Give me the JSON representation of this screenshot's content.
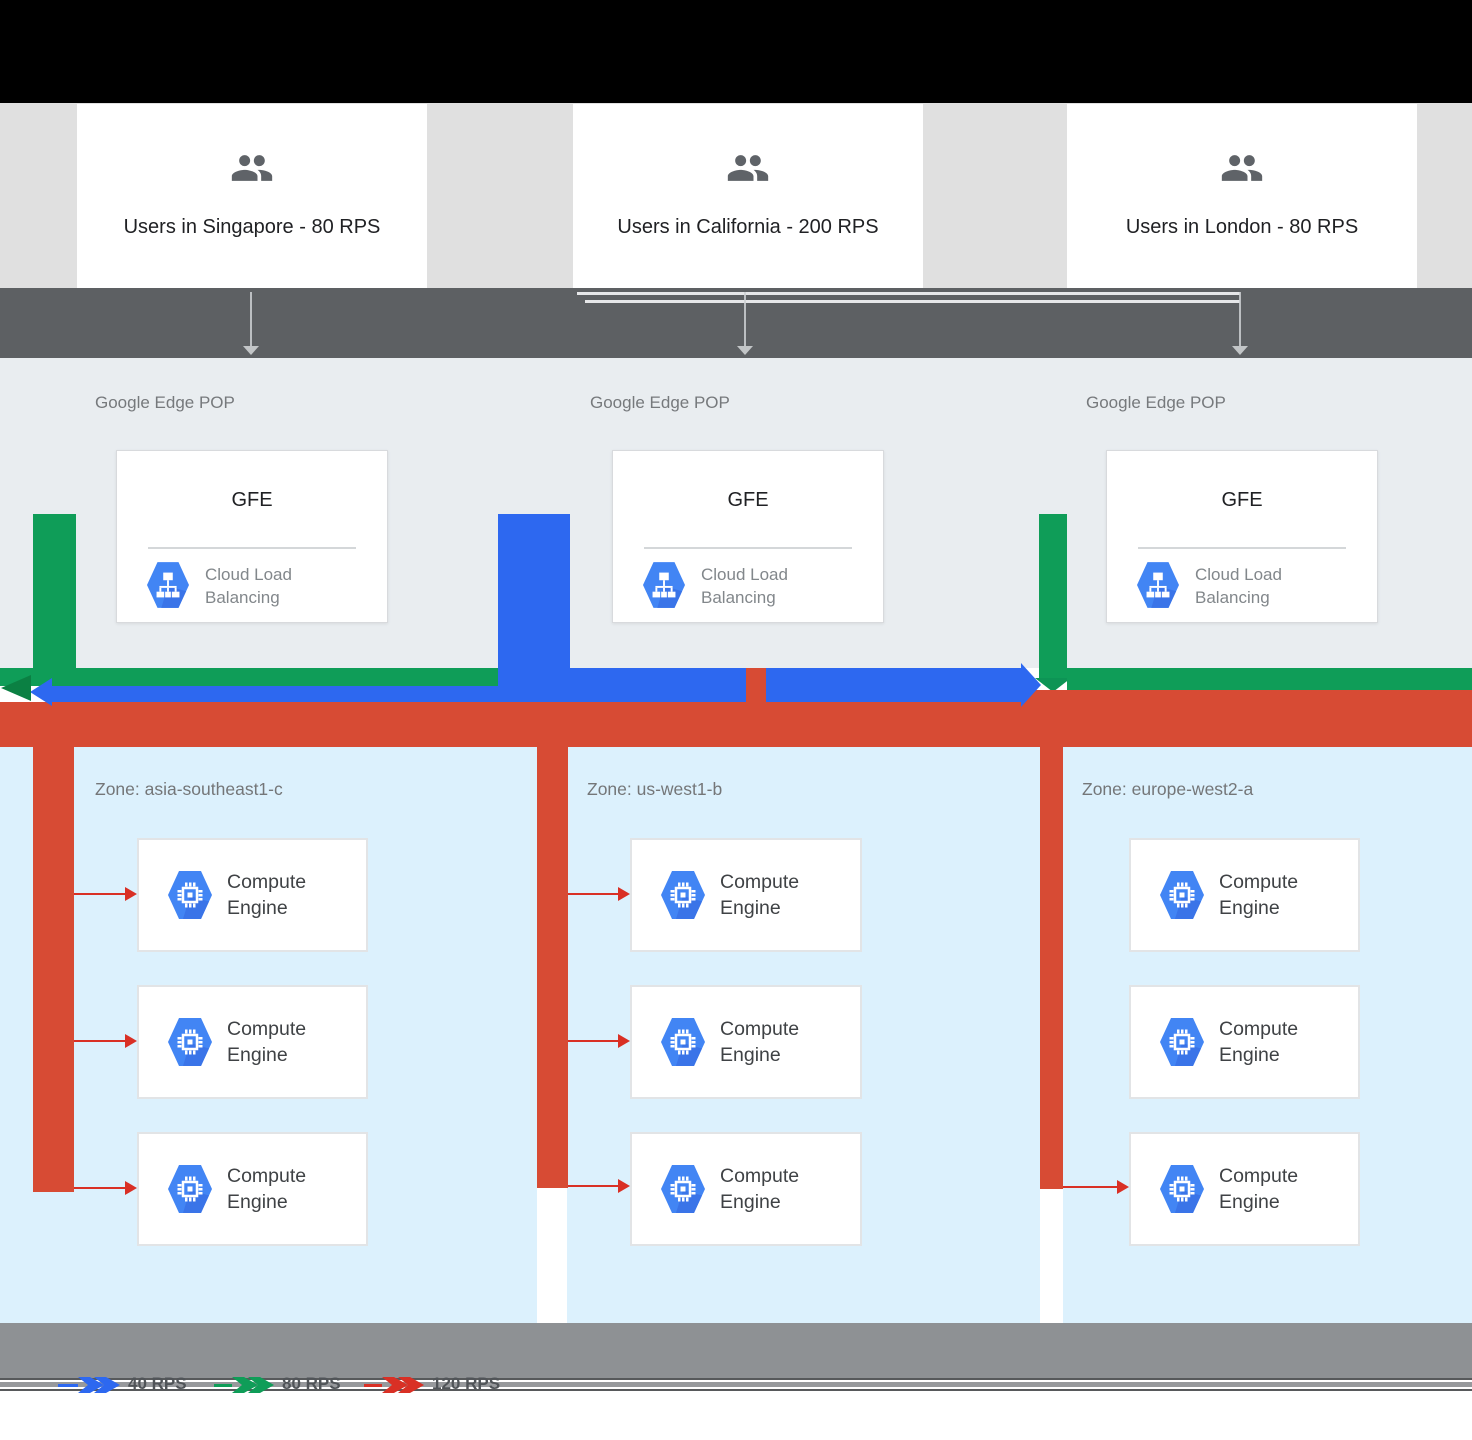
{
  "users": [
    {
      "label": "Users in Singapore - 80 RPS"
    },
    {
      "label": "Users in California - 200 RPS"
    },
    {
      "label": "Users in London - 80 RPS"
    }
  ],
  "edge_pop": {
    "label": "Google Edge POP",
    "gfe_title": "GFE",
    "service": "Cloud Load Balancing"
  },
  "zones": [
    {
      "name": "Zone: asia-southeast1-c",
      "instances": [
        "Compute Engine",
        "Compute Engine",
        "Compute Engine"
      ]
    },
    {
      "name": "Zone: us-west1-b",
      "instances": [
        "Compute Engine",
        "Compute Engine",
        "Compute Engine"
      ]
    },
    {
      "name": "Zone: europe-west2-a",
      "instances": [
        "Compute Engine",
        "Compute Engine",
        "Compute Engine"
      ]
    }
  ],
  "legend": [
    {
      "label": "40 RPS",
      "color": "#2d68f0"
    },
    {
      "label": "80 RPS",
      "color": "#0f9d58"
    },
    {
      "label": "120 RPS",
      "color": "#d93025"
    }
  ],
  "colors": {
    "flow_green": "#0f9d58",
    "flow_blue": "#2d68f0",
    "flow_red": "#d74b34",
    "icon_hexagon": "#4285f4"
  }
}
